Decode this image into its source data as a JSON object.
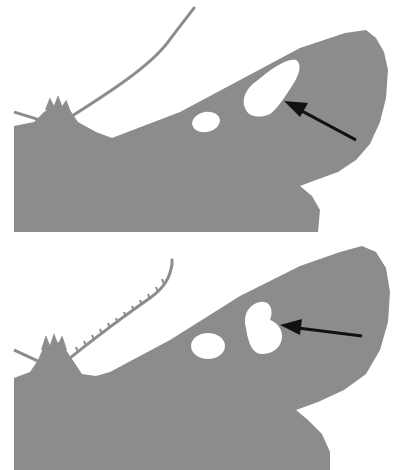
{
  "figure": {
    "panels": [
      {
        "id": "top",
        "subject": "moth-forewing-silhouette",
        "wing_color": "#8c8c8c",
        "spot_color": "#ffffff",
        "arrow_color": "#111111",
        "antenna_style": "thin-curved",
        "discal_spot_shape": "elongated-oblique"
      },
      {
        "id": "bottom",
        "subject": "moth-forewing-silhouette",
        "wing_color": "#8c8c8c",
        "spot_color": "#ffffff",
        "arrow_color": "#111111",
        "antenna_style": "serrated",
        "discal_spot_shape": "kidney-shaped"
      }
    ],
    "icons": [
      "arrow-icon"
    ]
  }
}
